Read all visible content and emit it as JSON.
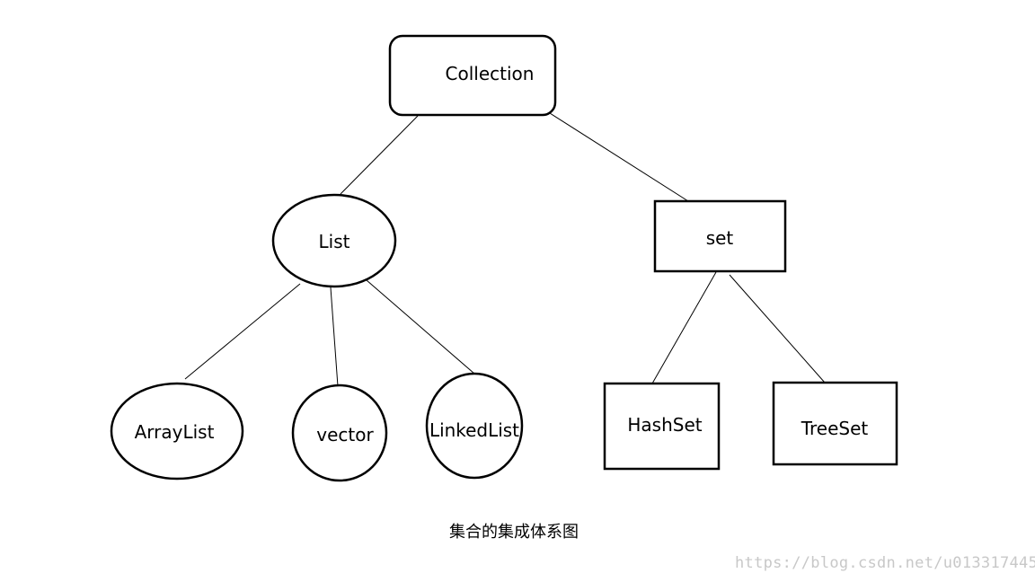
{
  "nodes": {
    "collection": "Collection",
    "list": "List",
    "set": "set",
    "arraylist": "ArrayList",
    "vector": "vector",
    "linkedlist": "LinkedList",
    "hashset": "HashSet",
    "treeset": "TreeSet"
  },
  "edges": [
    [
      "collection",
      "list"
    ],
    [
      "collection",
      "set"
    ],
    [
      "list",
      "arraylist"
    ],
    [
      "list",
      "vector"
    ],
    [
      "list",
      "linkedlist"
    ],
    [
      "set",
      "hashset"
    ],
    [
      "set",
      "treeset"
    ]
  ],
  "caption": "集合的集成体系图",
  "watermark": "https://blog.csdn.net/u013317445"
}
